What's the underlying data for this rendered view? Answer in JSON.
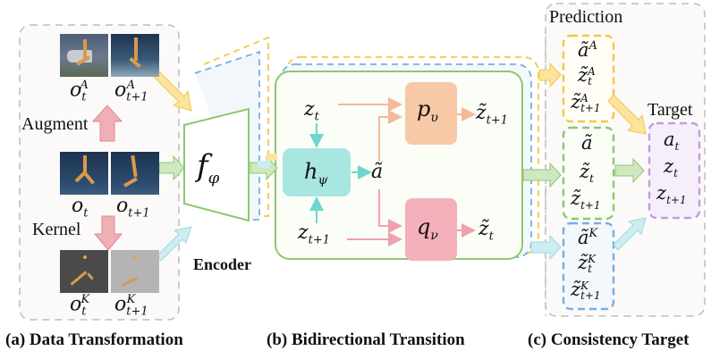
{
  "figure": {
    "panels": {
      "a": {
        "caption": "(a) Data Transformation",
        "augment_label": "Augment",
        "kernel_label": "Kernel",
        "obs_aug": [
          "o_t^A",
          "o_{t+1}^A"
        ],
        "obs": [
          "o_t",
          "o_{t+1}"
        ],
        "obs_kernel": [
          "o_t^K",
          "o_{t+1}^K"
        ]
      },
      "encoder": {
        "label": "Encoder",
        "symbol": "f",
        "subscript": "φ"
      },
      "b": {
        "caption": "(b) Bidirectional Transition",
        "inverse_model": {
          "symbol": "h",
          "subscript": "ψ"
        },
        "forward_model": {
          "symbol": "p",
          "subscript": "υ"
        },
        "backward_model": {
          "symbol": "q",
          "subscript": "ν"
        },
        "inputs": {
          "zt": "z",
          "zt_sub": "t",
          "zt1": "z",
          "zt1_sub": "t+1"
        },
        "action_pred": "ã",
        "outputs": {
          "fwd": "z̃",
          "fwd_sub": "t+1",
          "bwd": "z̃",
          "bwd_sub": "t"
        }
      },
      "c": {
        "caption": "(c) Consistency Target",
        "prediction_label": "Prediction",
        "target_label": "Target",
        "pred_aug": {
          "a": "ã",
          "a_sup": "A",
          "zt": "z̃",
          "zt_sup": "A",
          "zt_sub": "t",
          "zt1": "z̃",
          "zt1_sup": "A",
          "zt1_sub": "t+1"
        },
        "pred_orig": {
          "a": "ã",
          "zt": "z̃",
          "zt_sub": "t",
          "zt1": "z̃",
          "zt1_sub": "t+1"
        },
        "pred_kernel": {
          "a": "ã",
          "a_sup": "K",
          "zt": "z̃",
          "zt_sup": "K",
          "zt_sub": "t",
          "zt1": "z̃",
          "zt1_sup": "K",
          "zt1_sub": "t+1"
        },
        "target": {
          "a": "a",
          "a_sub": "t",
          "zt": "z",
          "zt_sub": "t",
          "zt1": "z",
          "zt1_sub": "t+1"
        }
      }
    },
    "colors": {
      "augment": "#f5c842",
      "original": "#8cc870",
      "kernel": "#78aee0",
      "target": "#c49be0",
      "inverse": "#a8e6e2",
      "forward": "#f5c6a3",
      "backward": "#f2b2bc",
      "gray_dash": "#b8b8b8"
    }
  }
}
